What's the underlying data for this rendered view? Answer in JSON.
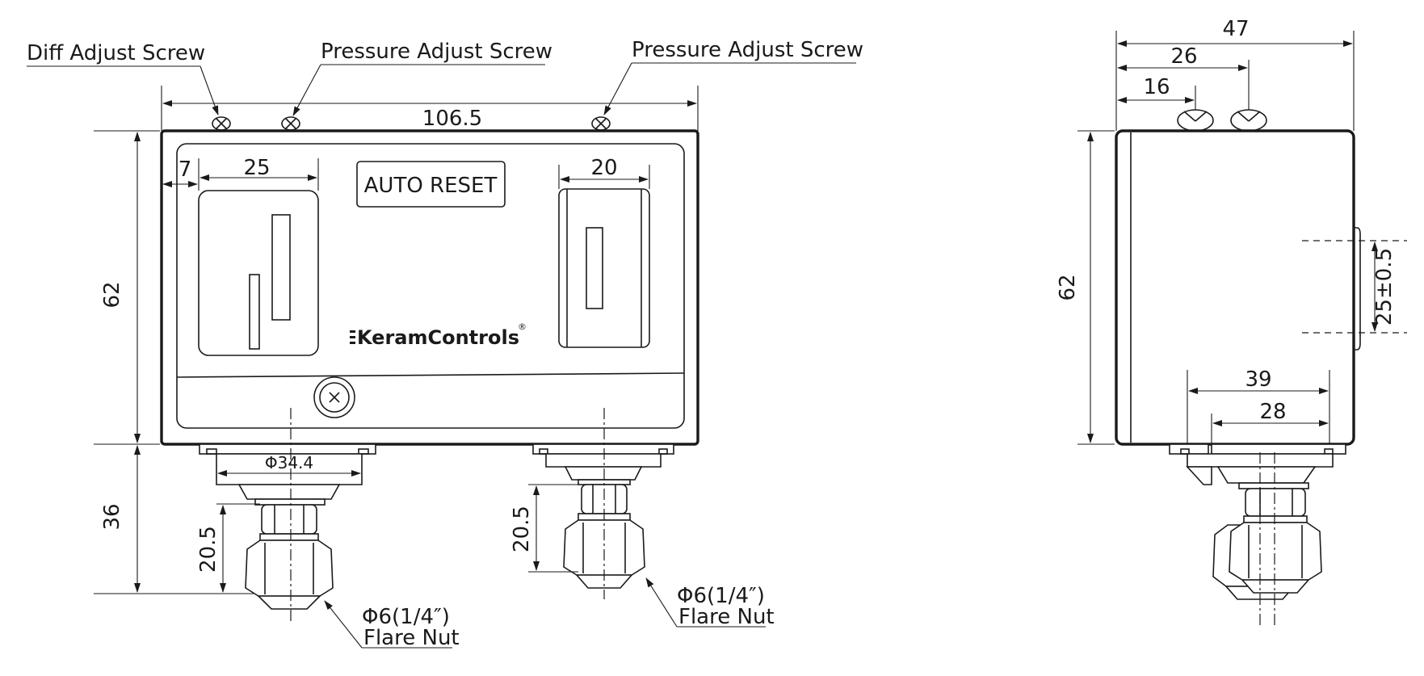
{
  "labels": {
    "diff_adjust_screw": "Diff Adjust Screw",
    "pressure_adjust_screw_left": "Pressure Adjust Screw",
    "pressure_adjust_screw_right": "Pressure Adjust Screw",
    "flare_nut_left_size": "Φ6(1/4″)",
    "flare_nut_left_name": "Flare Nut",
    "flare_nut_right_size": "Φ6(1/4″)",
    "flare_nut_right_name": "Flare Nut",
    "auto_reset": "AUTO RESET",
    "brand": "KeramControls",
    "brand_mark": "®"
  },
  "front_view": {
    "width": "106.5",
    "height": "62",
    "bottom_height": "36",
    "left_window_offset": "7",
    "left_window_width": "25",
    "right_window_width": "20",
    "flange_diameter": "Φ34.4",
    "fitting_length_left": "20.5",
    "fitting_length_right": "20.5"
  },
  "side_view": {
    "depth": "47",
    "screw2_offset": "26",
    "screw1_offset": "16",
    "height": "62",
    "mount_spacing": "25±0.5",
    "port_span_outer": "39",
    "port_span_inner": "28"
  }
}
